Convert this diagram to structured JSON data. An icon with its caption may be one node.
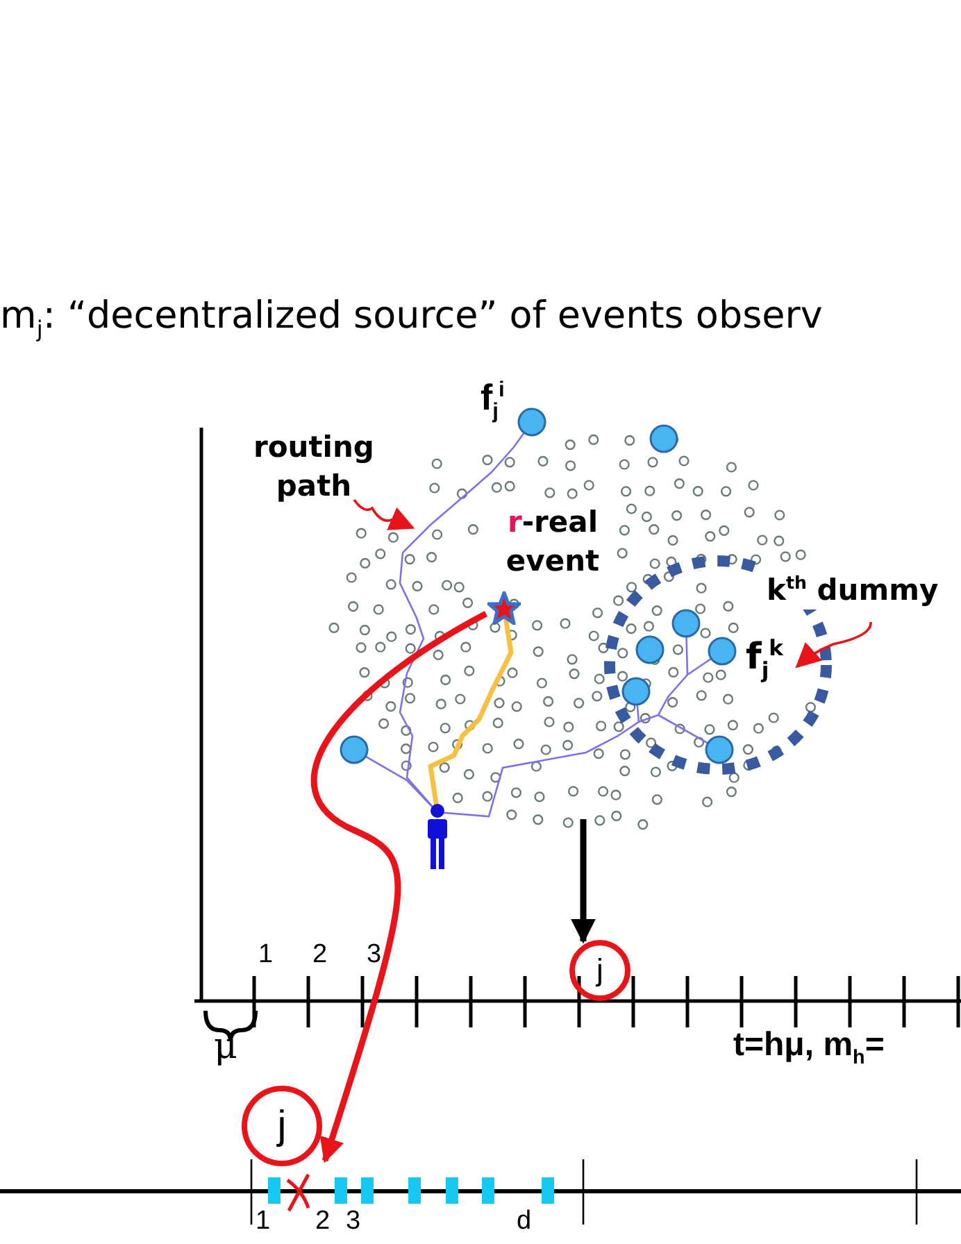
{
  "diagram": {
    "title": "m$_{j}$: “decentralized source” of events observ",
    "nodes": [
      {
        "text": [
          "routing path"
        ]
      },
      {
        "text": [
          "r-real event"
        ]
      },
      {
        "text": [],
        "shape": "star"
      },
      {
        "text": [
          "f$_{j}$$^{k}$"
        ]
      },
      {
        "text": [
          "k$^{th}$ dummy"
        ]
      },
      {
        "text": [
          "j"
        ]
      },
      {
        "text": [
          "j"
        ]
      }
    ],
    "edges": [
      {
        "from": 0,
        "to": null,
        "arrow": "to"
      },
      {
        "from": 2,
        "to": 6,
        "arrow": "to",
        "style": "thick"
      },
      {
        "from": null,
        "to": 5,
        "arrow": "to",
        "style": "thick",
        "color": "#000000"
      },
      {
        "from": 4,
        "to": 3,
        "arrow": "to"
      }
    ],
    "labels": [
      "f$_{j}$$^{i}$",
      "1",
      "2",
      "3",
      "μ",
      "t=hμ, m$_{h}$=",
      "1",
      "2",
      "3",
      "d"
    ]
  }
}
